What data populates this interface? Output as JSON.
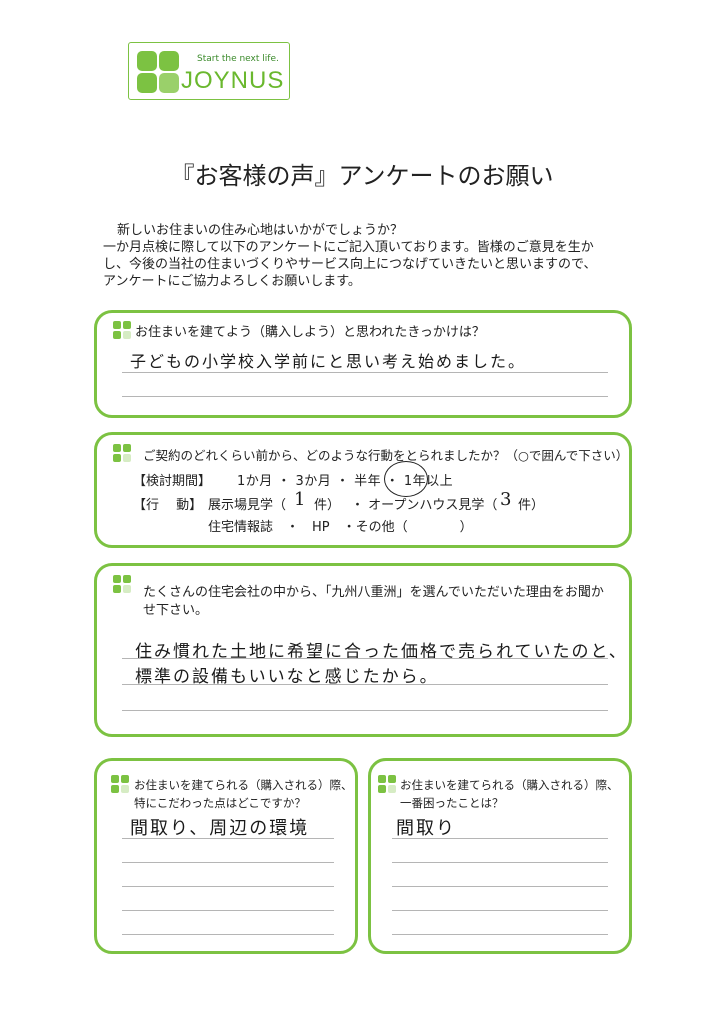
{
  "logo": {
    "tagline": "Start the next life.",
    "name": "JOYNUS"
  },
  "title": "『お客様の声』アンケートのお願い",
  "intro": [
    "新しいお住まいの住み心地はいかがでしょうか？",
    "一か月点検に際して以下のアンケートにご記入頂いております。皆様のご意見を生か",
    "し、今後の当社の住まいづくりやサービス向上につなげていきたいと思いますので、",
    "アンケートにご協力よろしくお願いします。"
  ],
  "q1": {
    "question": "お住まいを建てよう（購入しよう）と思われたきっかけは？",
    "answer": "子どもの小学校入学前にと思い考え始めました。"
  },
  "q2": {
    "question": "ご契約のどれくらい前から、どのような行動をとられましたか？（○で囲んで下さい）",
    "period_label": "【検討期間】",
    "period_options": "1か月 ・ 3か月 ・ 半年 ・ 1年以上",
    "action_label": "【行　 動】",
    "action_line1_a": "展示場見学（",
    "action_line1_b": "件）",
    "action_line1_c": "・ オープンハウス見学（",
    "action_line1_d": "件）",
    "showroom_count": "1",
    "openhouse_count": "3",
    "action_line2": "住宅情報誌　・　HP　・その他（　　　　）"
  },
  "q3": {
    "question_line1": "たくさんの住宅会社の中から、「九州八重洲」を選んでいただいた理由をお聞か",
    "question_line2": "せ下さい。",
    "answer_line1": "住み慣れた土地に希望に合った価格で売られていたのと、",
    "answer_line2": "標準の設備もいいなと感じたから。"
  },
  "q4": {
    "question_line1": "お住まいを建てられる（購入される）際、",
    "question_line2": "特にこだわった点はどこですか？",
    "answer": "間取り、周辺の環境"
  },
  "q5": {
    "question_line1": "お住まいを建てられる（購入される）際、",
    "question_line2": "一番困ったことは？",
    "answer": "間取り"
  },
  "colors": {
    "green": "#7cc242",
    "dark_green": "#3a8a2a"
  }
}
